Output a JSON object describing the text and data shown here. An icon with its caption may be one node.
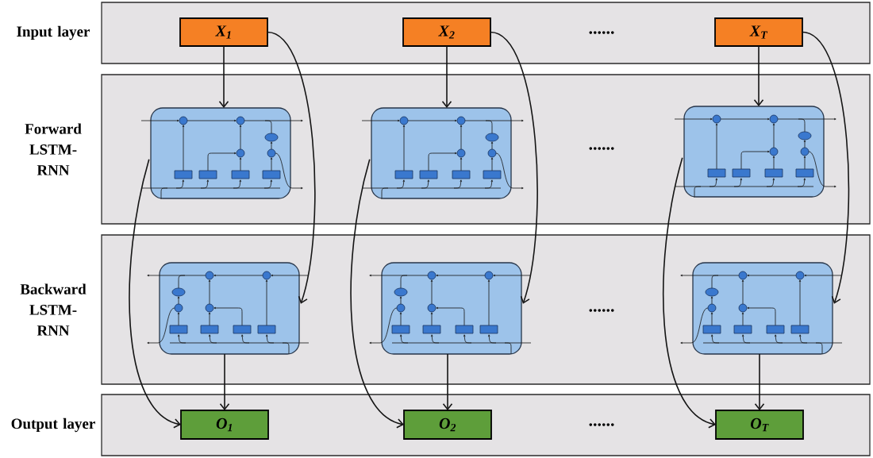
{
  "diagram": {
    "nodes": [
      {
        "text": [
          "Input layer"
        ]
      },
      {
        "text": [
          "X$_{1}$"
        ],
        "in": 0
      },
      {
        "text": [
          "X$_{2}$"
        ],
        "in": 0
      },
      {
        "text": [
          "X$_{T}$"
        ],
        "in": 0
      },
      {
        "text": [
          "Forward LSTM-RNN"
        ]
      },
      {
        "text": [],
        "shape": "box",
        "in": 4
      },
      {
        "text": [],
        "shape": "box",
        "in": 4
      },
      {
        "text": [],
        "shape": "box",
        "in": 4
      },
      {
        "text": [
          "Backward LSTM-RNN"
        ]
      },
      {
        "text": [],
        "shape": "box",
        "in": 8
      },
      {
        "text": [],
        "shape": "box",
        "in": 8
      },
      {
        "text": [],
        "shape": "box",
        "in": 8
      },
      {
        "text": [
          "Output layer"
        ]
      },
      {
        "text": [
          "O$_{1}$"
        ],
        "in": 12
      },
      {
        "text": [
          "O$_{2}$"
        ],
        "in": 12
      },
      {
        "text": [
          "O$_{T}$"
        ],
        "in": 12
      }
    ],
    "edges": [
      {
        "from": 1,
        "to": 5,
        "arrow": "to"
      },
      {
        "from": 2,
        "to": 6,
        "arrow": "to"
      },
      {
        "from": 3,
        "to": 7,
        "arrow": "to"
      },
      {
        "from": 1,
        "to": 9,
        "arrow": "to"
      },
      {
        "from": 2,
        "to": 10,
        "arrow": "to"
      },
      {
        "from": 3,
        "to": 11,
        "arrow": "to"
      },
      {
        "from": 5,
        "to": 13,
        "arrow": "to"
      },
      {
        "from": 6,
        "to": 14,
        "arrow": "to"
      },
      {
        "from": 7,
        "to": 15,
        "arrow": "to"
      },
      {
        "from": 9,
        "to": 13,
        "arrow": "to"
      },
      {
        "from": 10,
        "to": 14,
        "arrow": "to"
      },
      {
        "from": 11,
        "to": 15,
        "arrow": "to"
      }
    ],
    "labels": [
      "......",
      "......",
      "......",
      "......"
    ]
  }
}
